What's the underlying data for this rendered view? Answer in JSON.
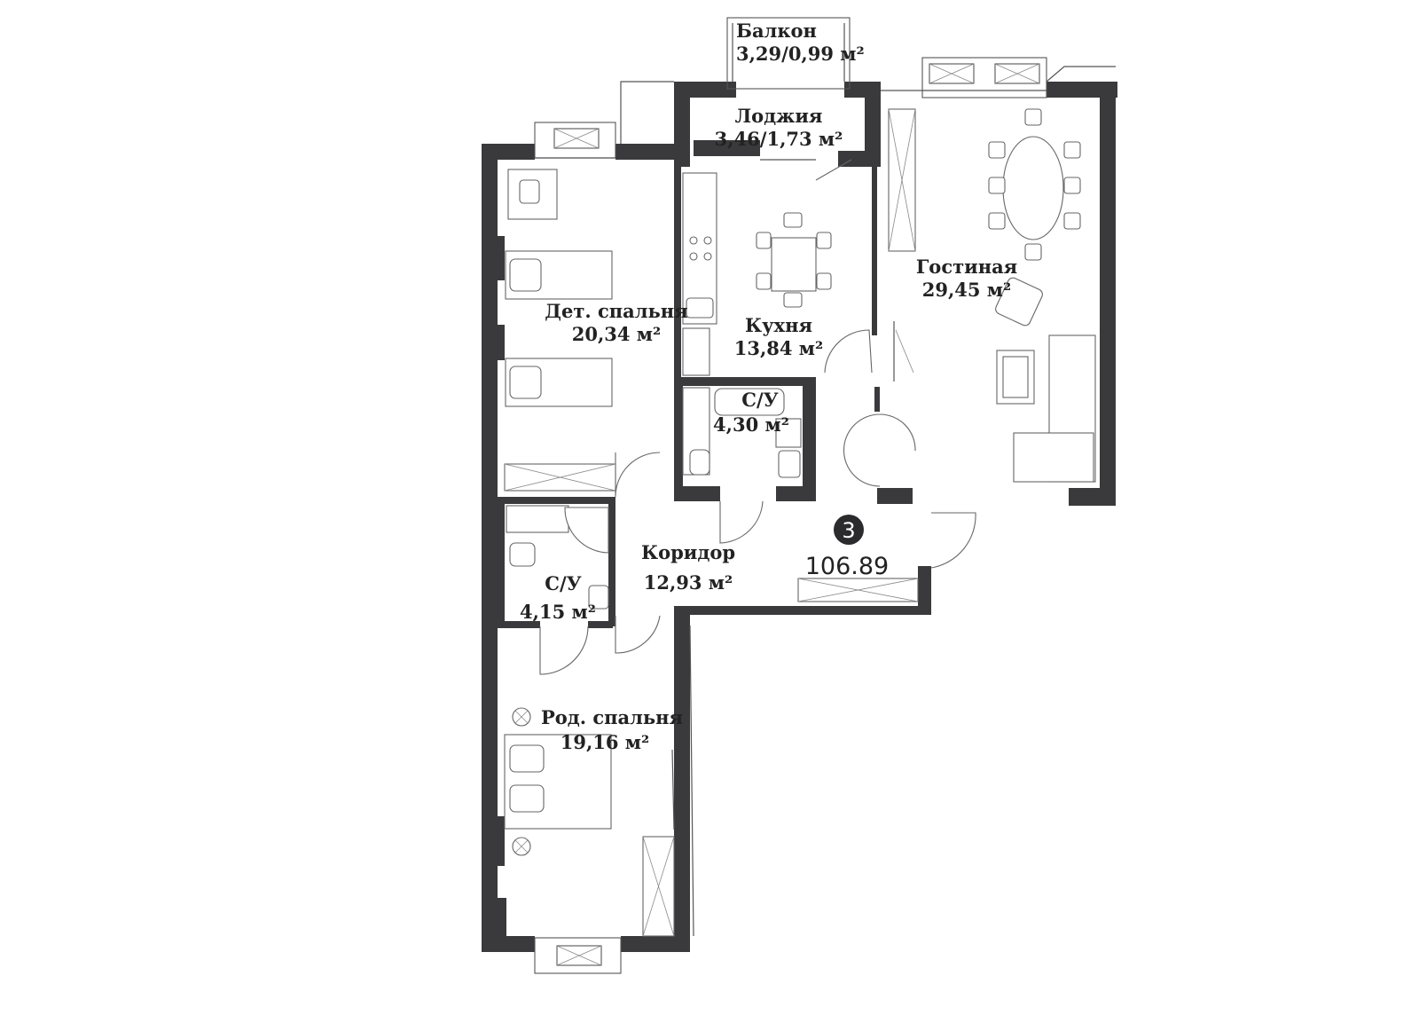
{
  "rooms": {
    "balcony": {
      "name": "Балкон",
      "area": "3,29/0,99 м²"
    },
    "loggia": {
      "name": "Лоджия",
      "area": "3,46/1,73 м²"
    },
    "kids_bedroom": {
      "name": "Дет. спальня",
      "area": "20,34 м²"
    },
    "kitchen": {
      "name": "Кухня",
      "area": "13,84 м²"
    },
    "living_room": {
      "name": "Гостиная",
      "area": "29,45 м²"
    },
    "bathroom_1": {
      "name": "С/У",
      "area": "4,30 м²"
    },
    "corridor": {
      "name": "Коридор",
      "area": "12,93 м²"
    },
    "bathroom_2": {
      "name": "С/У",
      "area": "4,15 м²"
    },
    "master_bedroom": {
      "name": "Род. спальня",
      "area": "19,16 м²"
    }
  },
  "apartment": {
    "rooms_count": "3",
    "total_area": "106.89"
  },
  "colors": {
    "wall": "#3a3a3c",
    "badge": "#2b2b2d",
    "line": "#555555"
  }
}
